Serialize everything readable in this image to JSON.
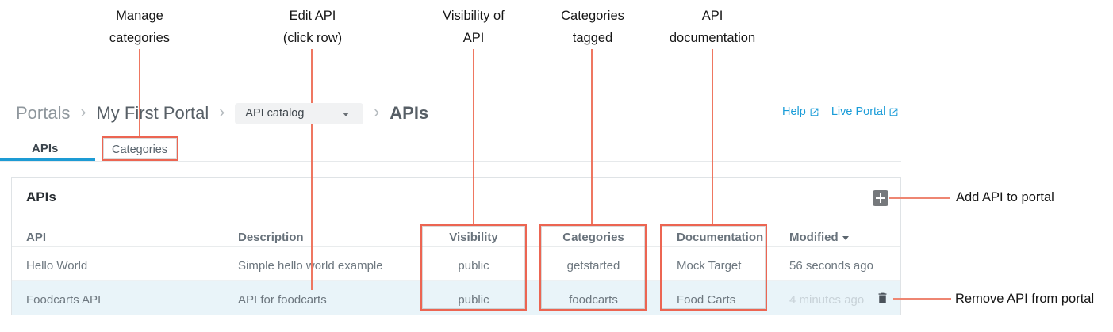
{
  "colors": {
    "annotation_red": "#ec6552",
    "link_blue": "#1a9cd8",
    "tab_active_blue": "#1d9bd4",
    "row_highlight_bg": "#e9f4f9"
  },
  "icons": {
    "add_api": "plus-icon",
    "remove_api": "trash-icon",
    "external_link": "external-link-icon",
    "sort_indicator": "caret-down-icon",
    "dropdown_caret": "caret-down-icon",
    "breadcrumb_separator": "chevron-right-icon"
  },
  "annotations": {
    "top": [
      {
        "line1": "Manage",
        "line2": "categories"
      },
      {
        "line1": "Edit API",
        "line2": "(click row)"
      },
      {
        "line1": "Visibility of",
        "line2": "API"
      },
      {
        "line1": "Categories",
        "line2": "tagged"
      },
      {
        "line1": "API",
        "line2": "documentation"
      }
    ],
    "right": [
      {
        "text": "Add API to portal"
      },
      {
        "text": "Remove API from portal"
      }
    ]
  },
  "breadcrumb": {
    "separator": "›",
    "items": [
      "Portals",
      "My First Portal"
    ],
    "dropdown": {
      "value": "API catalog"
    },
    "current": "APIs",
    "links": [
      {
        "label": "Help"
      },
      {
        "label": "Live Portal"
      }
    ]
  },
  "tabs": [
    {
      "label": "APIs",
      "active": true
    },
    {
      "label": "Categories",
      "active": false
    }
  ],
  "panel": {
    "title": "APIs",
    "table": {
      "columns": [
        "API",
        "Description",
        "Visibility",
        "Categories",
        "Documentation",
        "Modified"
      ],
      "sort_column": "Modified",
      "sort_direction": "desc",
      "rows": [
        {
          "api": "Hello World",
          "description": "Simple hello world example",
          "visibility": "public",
          "categories": "getstarted",
          "documentation": "Mock Target",
          "modified": "56 seconds ago",
          "highlighted": false
        },
        {
          "api": "Foodcarts API",
          "description": "API for foodcarts",
          "visibility": "public",
          "categories": "foodcarts",
          "documentation": "Food Carts",
          "modified": "4 minutes ago",
          "highlighted": true
        }
      ]
    }
  }
}
